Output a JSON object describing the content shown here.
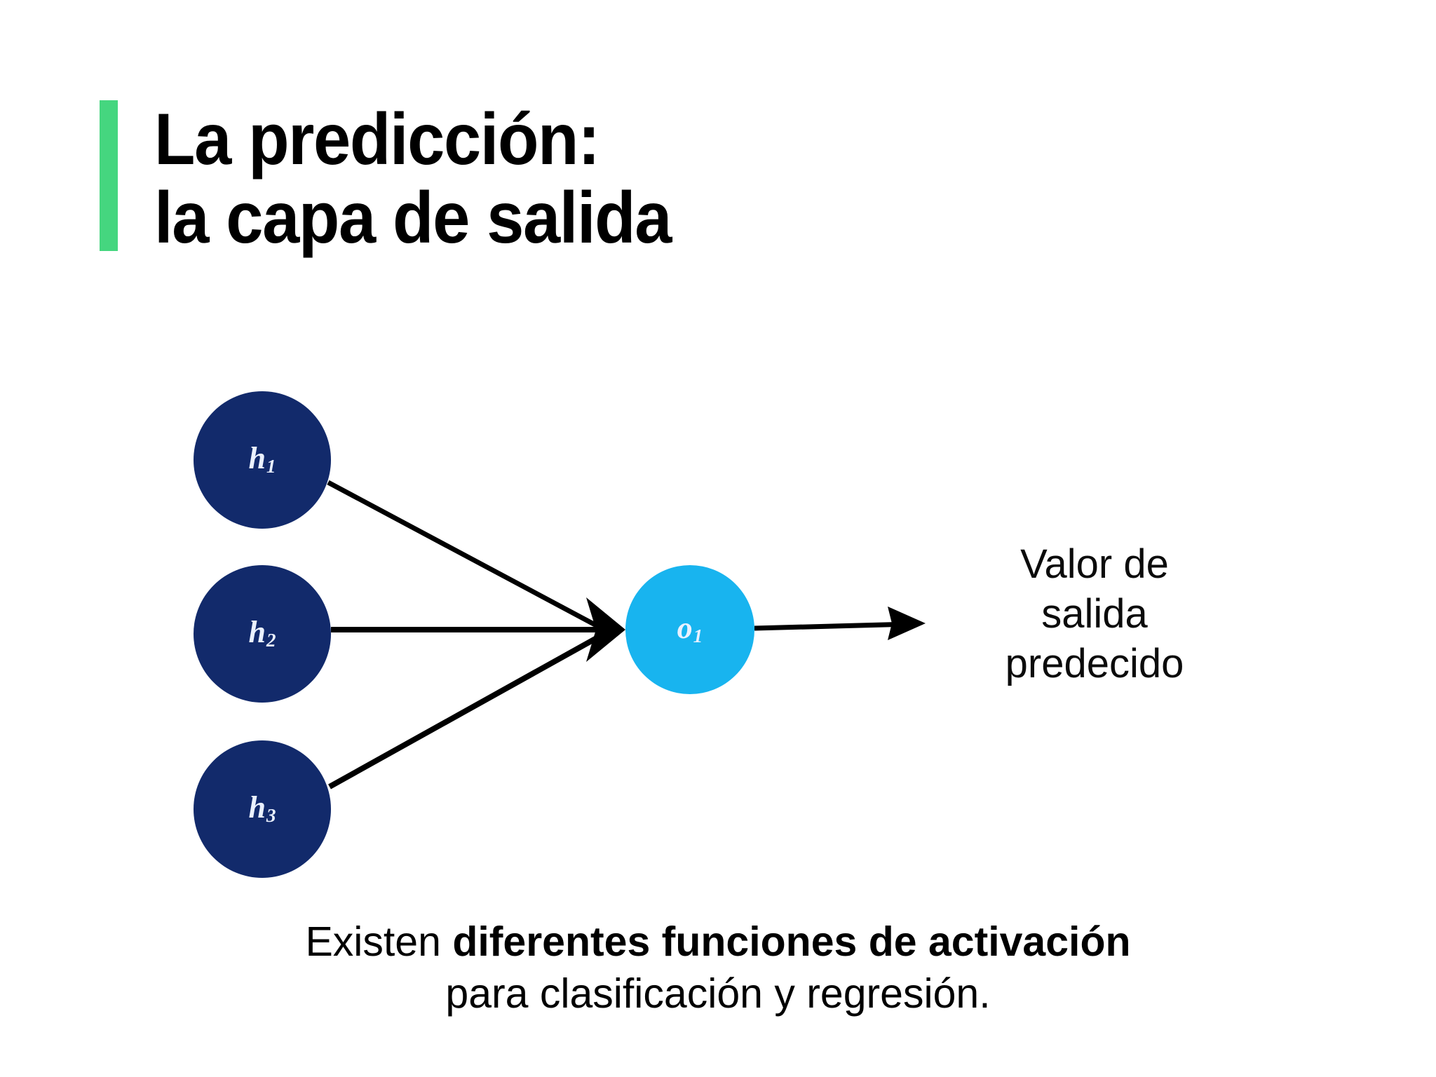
{
  "slide": {
    "background_color": "#ffffff",
    "accent_color": "#45d67f",
    "title": {
      "line1": "La predicción:",
      "line2": "la capa de salida"
    }
  },
  "diagram": {
    "type": "neural-network",
    "hidden_layer_color": "#122a6b",
    "output_layer_color": "#18b4ef",
    "edge_color": "#000000",
    "nodes": [
      {
        "id": "h1",
        "letter": "h",
        "index": "1",
        "layer": "hidden"
      },
      {
        "id": "h2",
        "letter": "h",
        "index": "2",
        "layer": "hidden"
      },
      {
        "id": "h3",
        "letter": "h",
        "index": "3",
        "layer": "hidden"
      },
      {
        "id": "o1",
        "letter": "o",
        "index": "1",
        "layer": "output"
      }
    ],
    "edges": [
      {
        "from": "h1",
        "to": "o1"
      },
      {
        "from": "h2",
        "to": "o1"
      },
      {
        "from": "h3",
        "to": "o1"
      },
      {
        "from": "o1",
        "to": "output-value"
      }
    ],
    "output_caption": {
      "line1": "Valor de",
      "line2": "salida",
      "line3": "predecido"
    }
  },
  "bottom_caption": {
    "line1_regular": "Existen ",
    "line1_bold": "diferentes funciones de activación",
    "line2": "para clasificación y regresión."
  }
}
